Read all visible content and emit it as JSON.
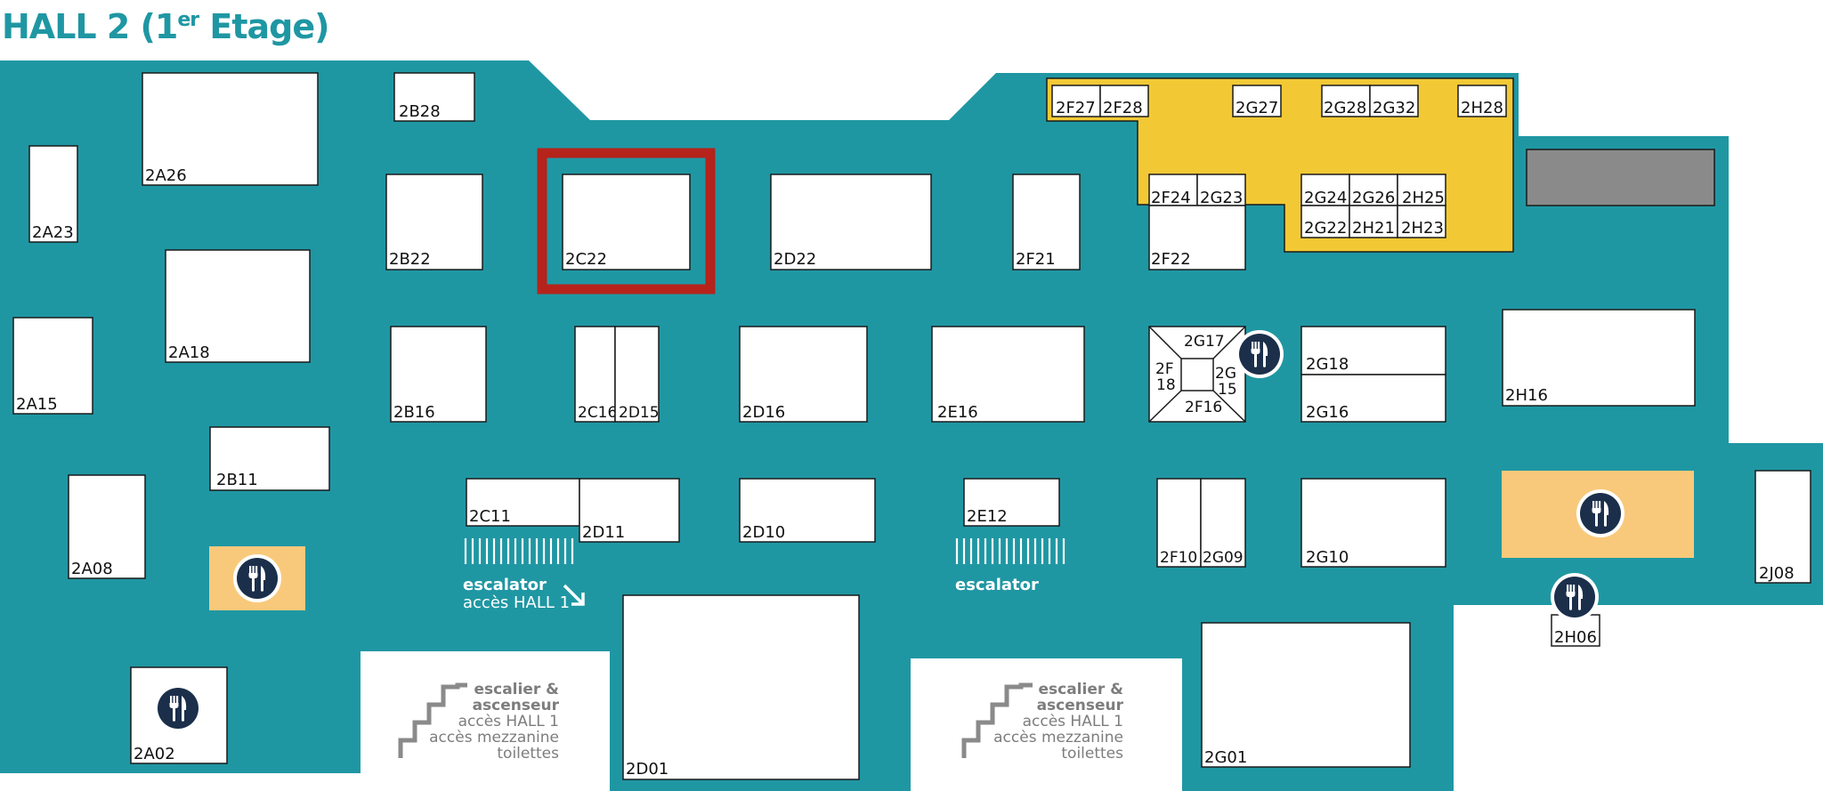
{
  "title": {
    "main": "HALL 2  (1",
    "sup": "er",
    "end": " Etage)"
  },
  "colors": {
    "hall_floor": "#1f97a3",
    "reserved_zone": "#f2c935",
    "food_zone": "#f9c97b",
    "highlight": "#b5231b",
    "grey_block": "#8a8a8a",
    "icon_badge": "#1b2f4b"
  },
  "highlighted_booth": "2C22",
  "booths": {
    "2A26": "2A26",
    "2A23": "2A23",
    "2A18": "2A18",
    "2A15": "2A15",
    "2A08": "2A08",
    "2A02": "2A02",
    "2B28": "2B28",
    "2B22": "2B22",
    "2B16": "2B16",
    "2B11": "2B11",
    "2C22": "2C22",
    "2C16": "2C16",
    "2C11": "2C11",
    "2D22": "2D22",
    "2D16": "2D16",
    "2D15": "2D15",
    "2D11": "2D11",
    "2D10": "2D10",
    "2D01": "2D01",
    "2E16": "2E16",
    "2E12": "2E12",
    "2F27": "2F27",
    "2F28": "2F28",
    "2F24": "2F24",
    "2F22": "2F22",
    "2F21": "2F21",
    "2F16": "2F16",
    "2F10": "2F10",
    "2F18a": "2F",
    "2F18b": "18",
    "2G27": "2G27",
    "2G28": "2G28",
    "2G32": "2G32",
    "2G23": "2G23",
    "2G24": "2G24",
    "2G26": "2G26",
    "2G22": "2G22",
    "2G17": "2G17",
    "2G15a": "2G",
    "2G15b": "15",
    "2G18": "2G18",
    "2G16": "2G16",
    "2G10": "2G10",
    "2G09": "2G09",
    "2G01": "2G01",
    "2H28": "2H28",
    "2H25": "2H25",
    "2H21": "2H21",
    "2H23": "2H23",
    "2H16": "2H16",
    "2H06": "2H06",
    "2J08": "2J08"
  },
  "escalators": {
    "left_label": "escalator",
    "left_sub": "accès HALL 1",
    "right_label": "escalator"
  },
  "stairs": {
    "line1": "escalier &",
    "line2": "ascenseur",
    "line3": "accès HALL 1",
    "line4": "accès mezzanine",
    "line5": "toilettes"
  },
  "icons": [
    "restaurant-icon",
    "stairs-icon",
    "arrow-down-right-icon"
  ]
}
